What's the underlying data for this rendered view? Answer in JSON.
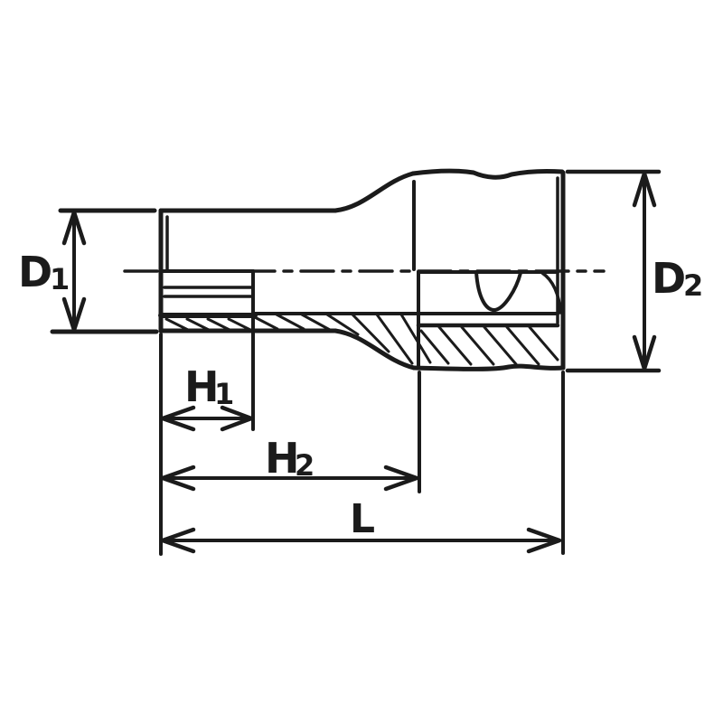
{
  "diagram": {
    "description": "Socket cross-section technical dimension drawing",
    "labels": {
      "d1": {
        "main": "D",
        "sub": "1"
      },
      "d2": {
        "main": "D",
        "sub": "2"
      },
      "h1": {
        "main": "H",
        "sub": "1"
      },
      "h2": {
        "main": "H",
        "sub": "2"
      },
      "l": {
        "main": "L",
        "sub": ""
      }
    },
    "colors": {
      "line": "#1b1b1b",
      "background": "#ffffff"
    }
  }
}
